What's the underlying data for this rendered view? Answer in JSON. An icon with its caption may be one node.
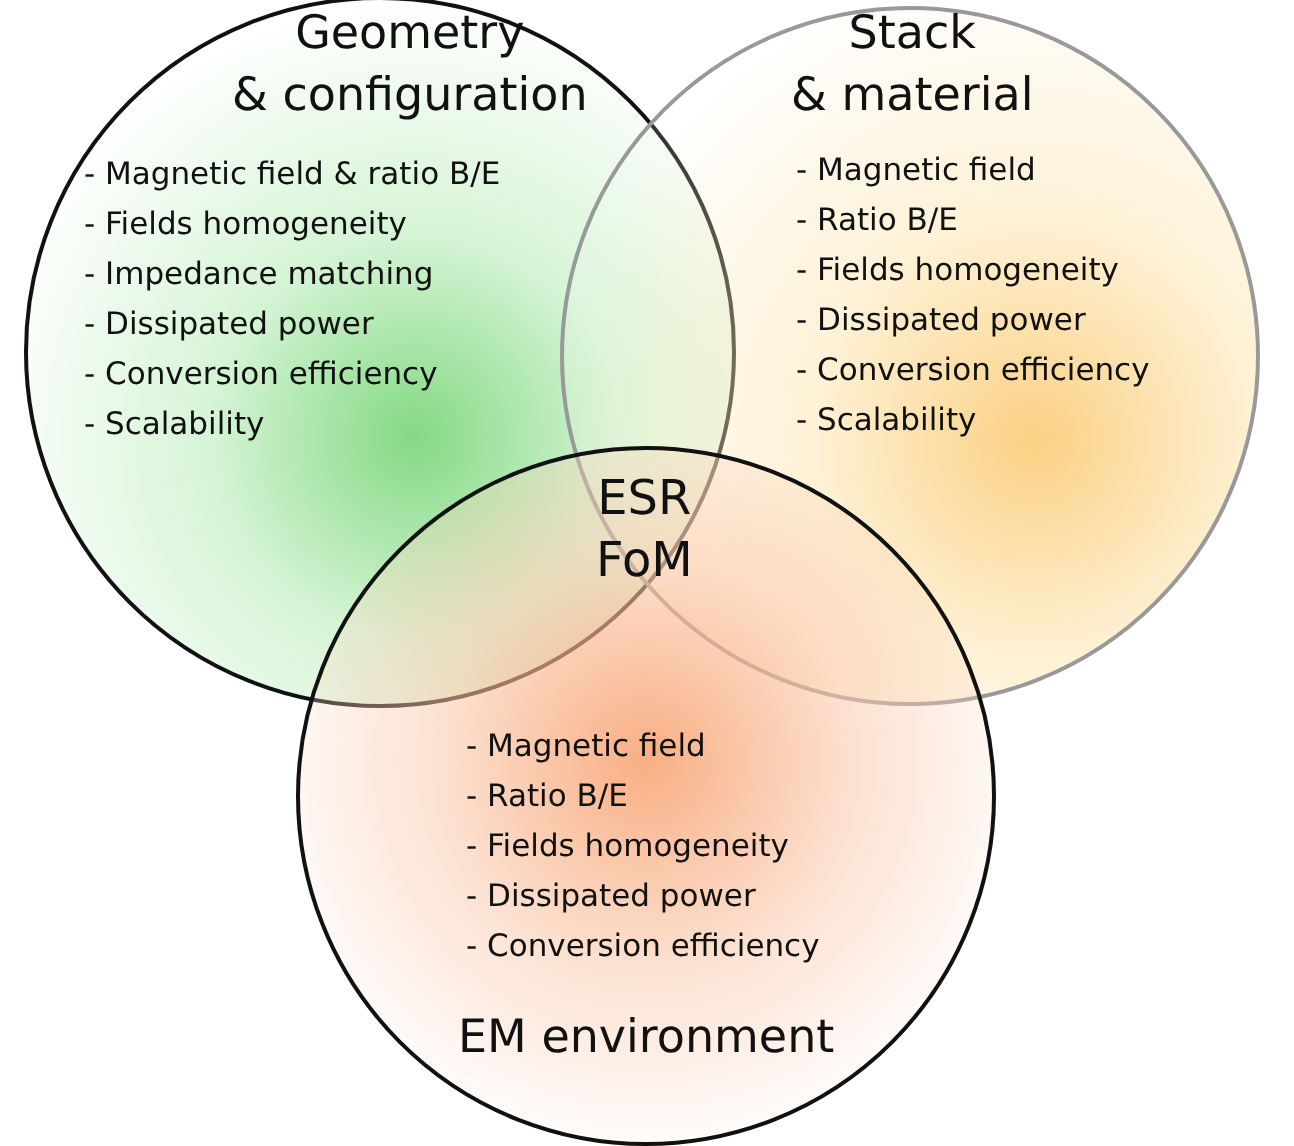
{
  "diagram": {
    "nodes": [
      {
        "text": [
          "Geometry & configuration",
          "- Magnetic field & ratio B/E",
          "- Fields homogeneity",
          "- Impedance matching",
          "- Dissipated power",
          "- Conversion efficiency",
          "- Scalability"
        ]
      },
      {
        "text": [
          "Stack & material",
          "- Magnetic field",
          "- Ratio B/E",
          "- Fields homogeneity",
          "- Dissipated power",
          "- Conversion efficiency",
          "- Scalability"
        ]
      },
      {
        "text": [
          "- Magnetic field",
          "- Ratio B/E",
          "- Fields homogeneity",
          "- Dissipated power",
          "- Conversion efficiency",
          "EM environment"
        ]
      }
    ],
    "labels": [
      "ESR FoM"
    ]
  }
}
